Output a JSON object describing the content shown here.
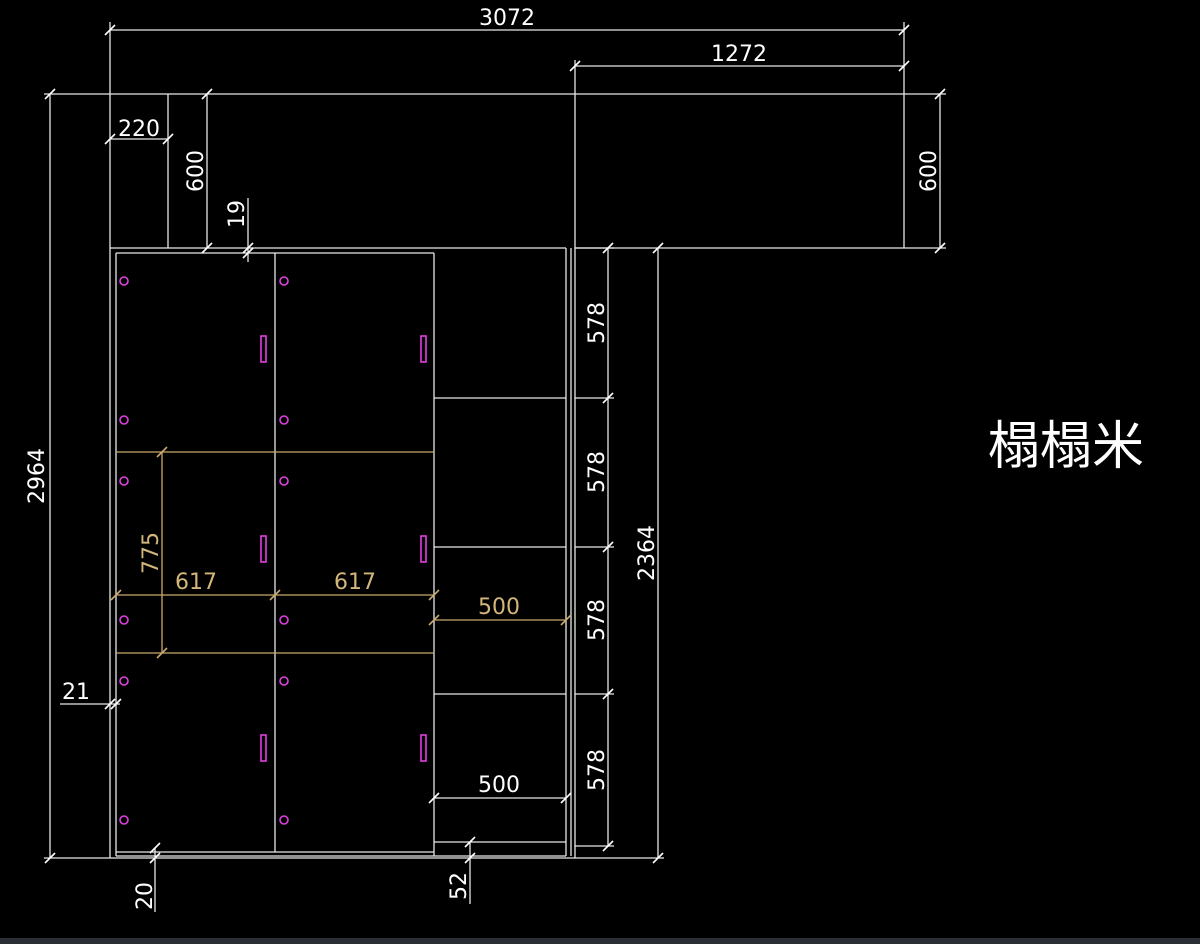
{
  "title": "榻榻米",
  "dimensions": {
    "overall_width": "3072",
    "right_section_width": "1272",
    "overall_height": "2964",
    "left_return_width": "220",
    "top_depth_left": "600",
    "top_depth_right": "600",
    "gap_top": "19",
    "shelf_1": "578",
    "shelf_2": "578",
    "shelf_3": "578",
    "shelf_4": "578",
    "right_height": "2364",
    "cell_height": "775",
    "cell_width_1": "617",
    "cell_width_2": "617",
    "shelf_depth_1": "500",
    "shelf_depth_2": "500",
    "left_gap": "21",
    "bottom_gap_left": "20",
    "bottom_gap_right": "52"
  },
  "colors": {
    "background": "#000000",
    "lines": "#e8e8e8",
    "dimension_tan": "#c8aa6e",
    "hinge_magenta": "#e040e0"
  }
}
